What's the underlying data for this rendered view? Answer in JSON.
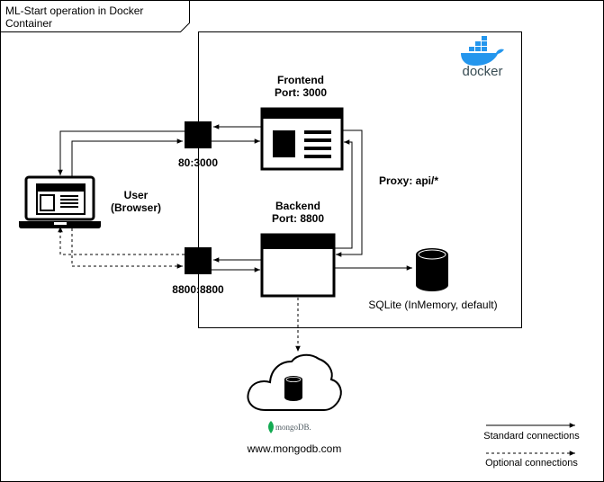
{
  "title": "ML-Start operation in Docker Container",
  "docker_logo_text": "docker",
  "frontend": {
    "name": "Frontend",
    "port": "Port: 3000"
  },
  "backend": {
    "name": "Backend",
    "port": "Port: 8800"
  },
  "user": {
    "name": "User",
    "client": "(Browser)"
  },
  "port_mappings": {
    "frontend": "80:3000",
    "backend": "8800:8800"
  },
  "proxy_label": "Proxy: api/*",
  "sqlite_label": "SQLite (InMemory, default)",
  "mongodb": {
    "logo_text": "mongoDB.",
    "url": "www.mongodb.com"
  },
  "legend": {
    "standard": "Standard connections",
    "optional": "Optional connections"
  },
  "colors": {
    "docker_blue": "#2496ed",
    "mongo_green": "#13aa52",
    "line": "#000000"
  }
}
